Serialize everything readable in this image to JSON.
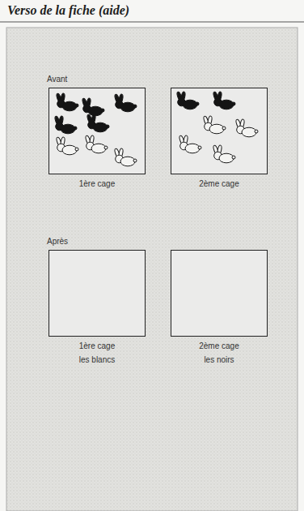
{
  "diagram": {
    "title": "Verso de la fiche (aide)",
    "nodes": [
      {
        "text": [
          "Avant",
          "Après"
        ]
      },
      {
        "text": [
          "1ère cage"
        ],
        "in": 0
      },
      {
        "text": [
          "2ème cage"
        ],
        "in": 0
      },
      {
        "text": [
          "1ère cage",
          "les blancs"
        ],
        "in": 0
      },
      {
        "text": [
          "2ème cage",
          "les noirs"
        ],
        "in": 0
      }
    ]
  }
}
